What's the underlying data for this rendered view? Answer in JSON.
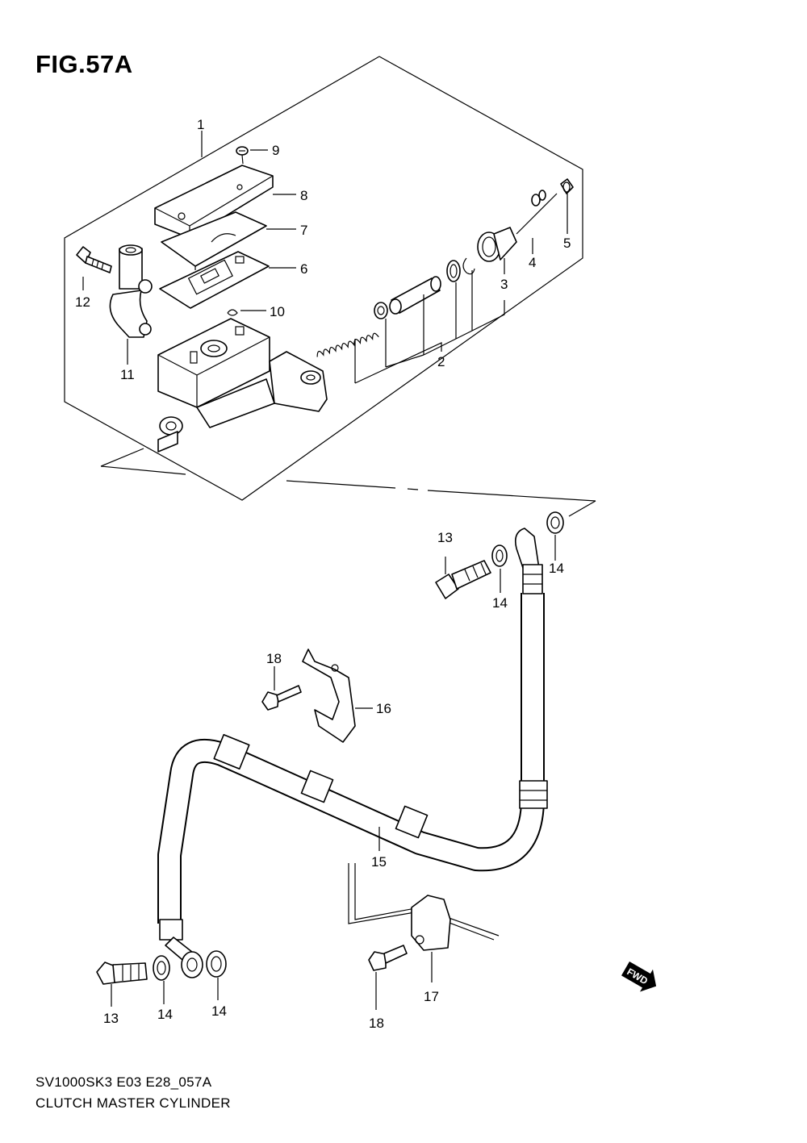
{
  "figure": {
    "title": "FIG.57A",
    "code": "SV1000SK3 E03 E28_057A",
    "name": "CLUTCH MASTER CYLINDER"
  },
  "callouts": [
    {
      "id": "c1",
      "text": "1"
    },
    {
      "id": "c2",
      "text": "2"
    },
    {
      "id": "c3",
      "text": "3"
    },
    {
      "id": "c4",
      "text": "4"
    },
    {
      "id": "c5",
      "text": "5"
    },
    {
      "id": "c6",
      "text": "6"
    },
    {
      "id": "c7",
      "text": "7"
    },
    {
      "id": "c8",
      "text": "8"
    },
    {
      "id": "c9",
      "text": "9"
    },
    {
      "id": "c10",
      "text": "10"
    },
    {
      "id": "c11",
      "text": "11"
    },
    {
      "id": "c12",
      "text": "12"
    },
    {
      "id": "c13a",
      "text": "13"
    },
    {
      "id": "c14a",
      "text": "14"
    },
    {
      "id": "c14b",
      "text": "14"
    },
    {
      "id": "c15",
      "text": "15"
    },
    {
      "id": "c16",
      "text": "16"
    },
    {
      "id": "c17",
      "text": "17"
    },
    {
      "id": "c18a",
      "text": "18"
    },
    {
      "id": "c13b",
      "text": "13"
    },
    {
      "id": "c14c",
      "text": "14"
    },
    {
      "id": "c14d",
      "text": "14"
    },
    {
      "id": "c18b",
      "text": "18"
    }
  ],
  "direction_badge": "FWD"
}
